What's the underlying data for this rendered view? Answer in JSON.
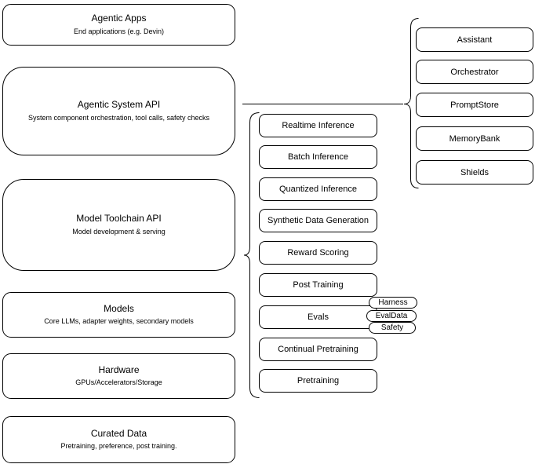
{
  "left_column": [
    {
      "title": "Agentic Apps",
      "subtitle": "End applications (e.g. Devin)"
    },
    {
      "title": "Agentic System API",
      "subtitle": "System component orchestration, tool calls, safety checks"
    },
    {
      "title": "Model Toolchain API",
      "subtitle": "Model development & serving"
    },
    {
      "title": "Models",
      "subtitle": "Core LLMs, adapter weights, secondary models"
    },
    {
      "title": "Hardware",
      "subtitle": "GPUs/Accelerators/Storage"
    },
    {
      "title": "Curated Data",
      "subtitle": "Pretraining, preference, post training."
    }
  ],
  "toolchain_items": [
    "Realtime Inference",
    "Batch Inference",
    "Quantized Inference",
    "Synthetic Data Generation",
    "Reward Scoring",
    "Post Training",
    "Evals",
    "Continual Pretraining",
    "Pretraining"
  ],
  "eval_tags": [
    "Harness",
    "EvalData",
    "Safety"
  ],
  "system_components": [
    "Assistant",
    "Orchestrator",
    "PromptStore",
    "MemoryBank",
    "Shields"
  ],
  "colors": {
    "stroke": "#000000",
    "background": "#ffffff",
    "box_fill": "#ffffff"
  }
}
